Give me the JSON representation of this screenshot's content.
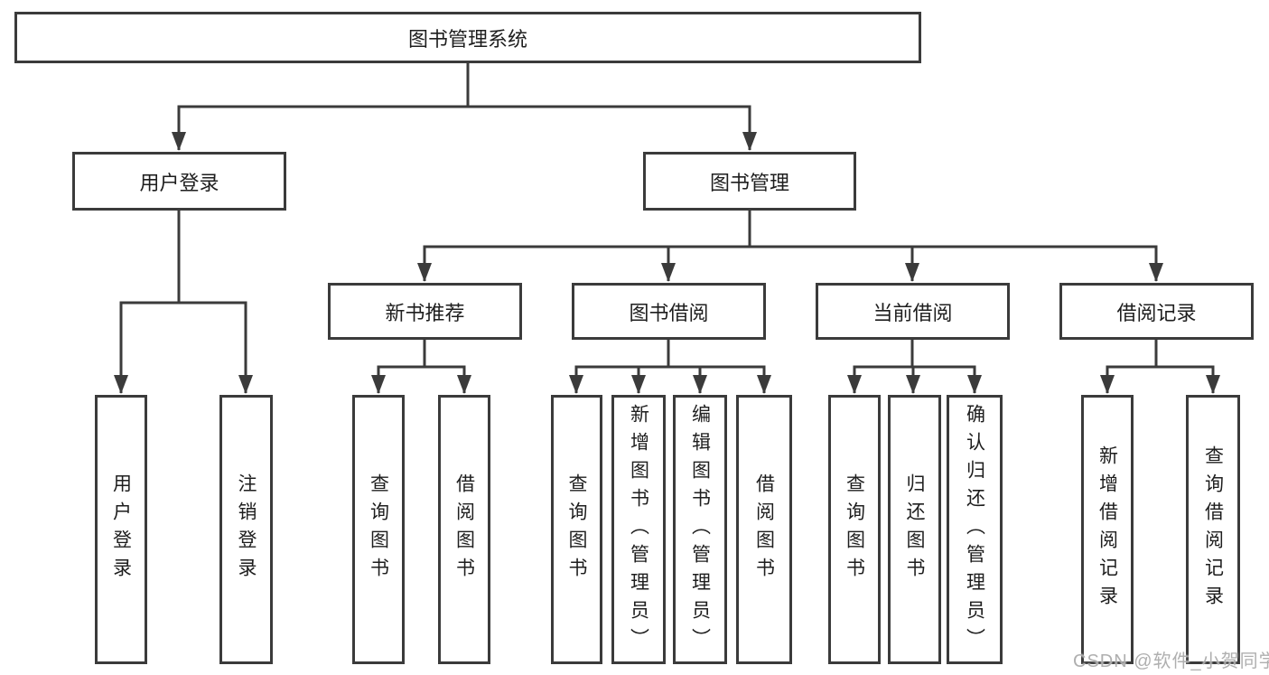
{
  "tree": {
    "root": "图书管理系统",
    "branches": [
      {
        "label": "用户登录",
        "children": [
          {
            "label": "用户登录"
          },
          {
            "label": "注销登录"
          }
        ]
      },
      {
        "label": "图书管理",
        "groups": [
          {
            "label": "新书推荐",
            "children": [
              {
                "label": "查询图书"
              },
              {
                "label": "借阅图书"
              }
            ]
          },
          {
            "label": "图书借阅",
            "children": [
              {
                "label": "查询图书"
              },
              {
                "label": "新增图书（管理员）"
              },
              {
                "label": "编辑图书（管理员）"
              },
              {
                "label": "借阅图书"
              }
            ]
          },
          {
            "label": "当前借阅",
            "children": [
              {
                "label": "查询图书"
              },
              {
                "label": "归还图书"
              },
              {
                "label": "确认归还（管理员）"
              }
            ]
          },
          {
            "label": "借阅记录",
            "children": [
              {
                "label": "新增借阅记录"
              },
              {
                "label": "查询借阅记录"
              }
            ]
          }
        ]
      }
    ]
  },
  "watermark": {
    "text": "CSDN @软件_小贺同学"
  },
  "colors": {
    "line": "#3b3b3b",
    "text": "#1e1e1e",
    "watermark": "#a8a8a8",
    "background": "#ffffff"
  }
}
